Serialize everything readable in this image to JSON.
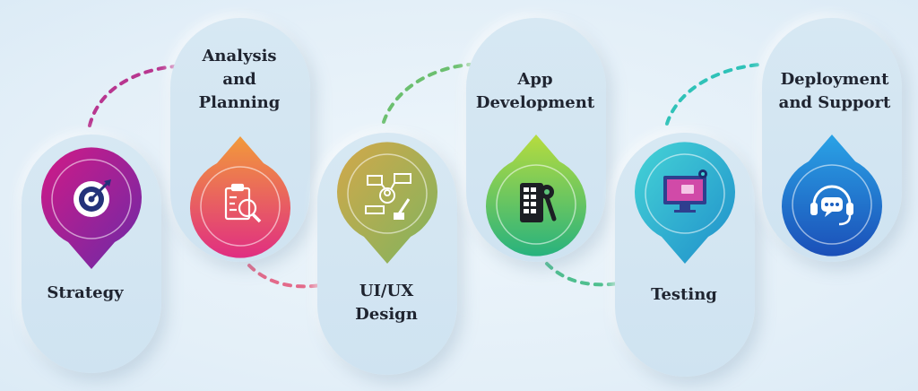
{
  "steps": [
    {
      "label": "Strategy",
      "icon": "target-icon",
      "colors": [
        "#c2187a",
        "#6a2aa8"
      ]
    },
    {
      "label": "Analysis\nand\nPlanning",
      "icon": "clipboard-magnifier-icon",
      "colors": [
        "#f0893a",
        "#e0307e"
      ]
    },
    {
      "label": "UI/UX\nDesign",
      "icon": "wireframe-design-icon",
      "colors": [
        "#c6b24a",
        "#8fae5a"
      ]
    },
    {
      "label": "App\nDevelopment",
      "icon": "mobile-wrench-icon",
      "colors": [
        "#a8d84a",
        "#2fb87a"
      ]
    },
    {
      "label": "Testing",
      "icon": "monitor-gear-icon",
      "colors": [
        "#3fd0d8",
        "#1b8fc8"
      ]
    },
    {
      "label": "Deployment\nand Support",
      "icon": "headset-chat-icon",
      "colors": [
        "#2a9be0",
        "#1b4fb8"
      ]
    }
  ],
  "connector_colors": [
    "#b8368f",
    "#e36a8a",
    "#6bbf6f",
    "#4fbf8f",
    "#2fc2b8"
  ]
}
